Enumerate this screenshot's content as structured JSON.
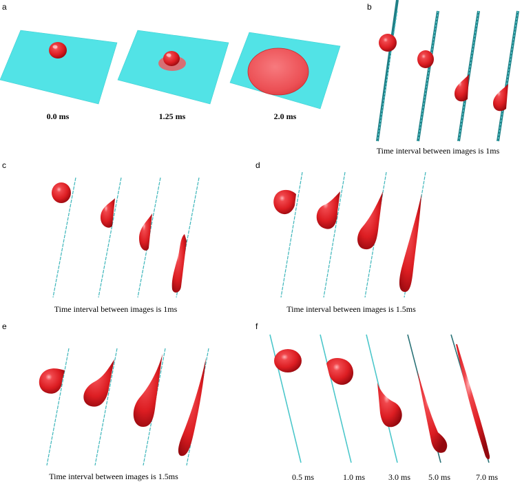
{
  "colors": {
    "plate": "#4fe6e8",
    "plate_edge": "#3bc9cc",
    "wall": "#4dc5c9",
    "wall_dark": "#1f7f86",
    "drop": "#de1f24",
    "drop_dark": "#9c0b12",
    "drop_light": "#ff8f94"
  },
  "panels": [
    {
      "id": "a",
      "label": "a",
      "caption": "",
      "frame_labels": [
        "0.0 ms",
        "1.25 ms",
        "2.0 ms"
      ]
    },
    {
      "id": "b",
      "label": "b",
      "caption": "Time interval between images is 1ms",
      "frame_labels": []
    },
    {
      "id": "c",
      "label": "c",
      "caption": "Time interval between images is 1ms",
      "frame_labels": []
    },
    {
      "id": "d",
      "label": "d",
      "caption": "Time interval between images is 1.5ms",
      "frame_labels": []
    },
    {
      "id": "e",
      "label": "e",
      "caption": "Time interval between images is 1.5ms",
      "frame_labels": []
    },
    {
      "id": "f",
      "label": "f",
      "caption": "",
      "frame_labels": [
        "0.5 ms",
        "1.0 ms",
        "3.0 ms",
        "5.0 ms",
        "7.0 ms"
      ]
    }
  ]
}
